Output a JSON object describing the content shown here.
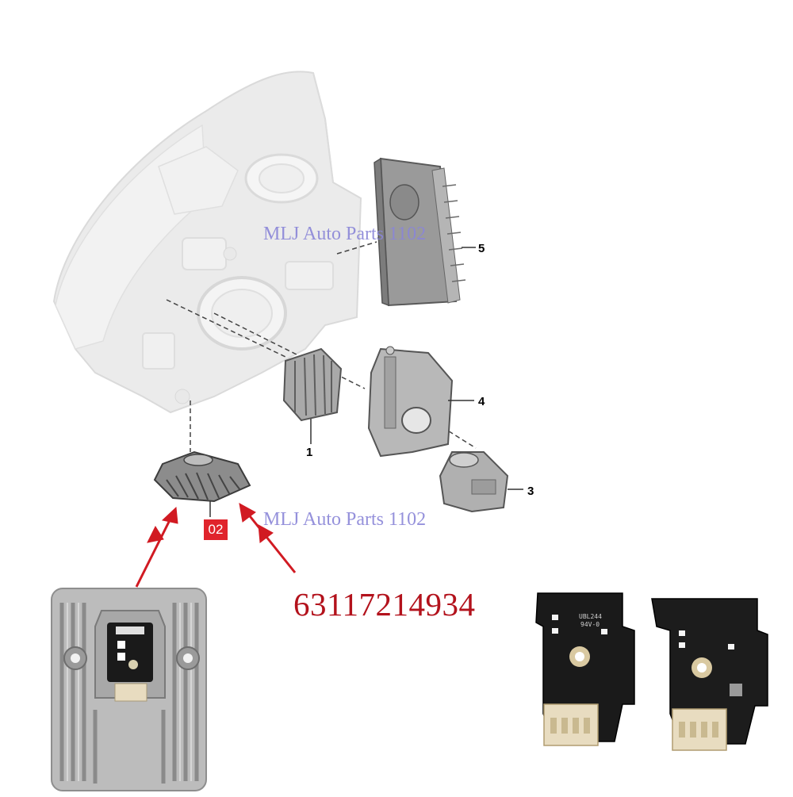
{
  "diagram": {
    "callouts": [
      "5",
      "4",
      "1",
      "3"
    ],
    "highlighted_part": "02",
    "part_number": "63117214934",
    "watermark_text": "MLJ Auto Parts 1102",
    "pcb_marking": "UBL244",
    "pcb_marking_sub": "94V-0"
  },
  "colors": {
    "part_badge": "#e0242c",
    "part_number_text": "#b3121c",
    "arrow": "#d11a22",
    "watermark": "#8a86d8",
    "pcb_board": "#1a1a1a",
    "connector": "#e8dcc0"
  },
  "icons": [
    "led-module-photo-icon",
    "pcb-board-icon",
    "headlight-housing-icon"
  ]
}
